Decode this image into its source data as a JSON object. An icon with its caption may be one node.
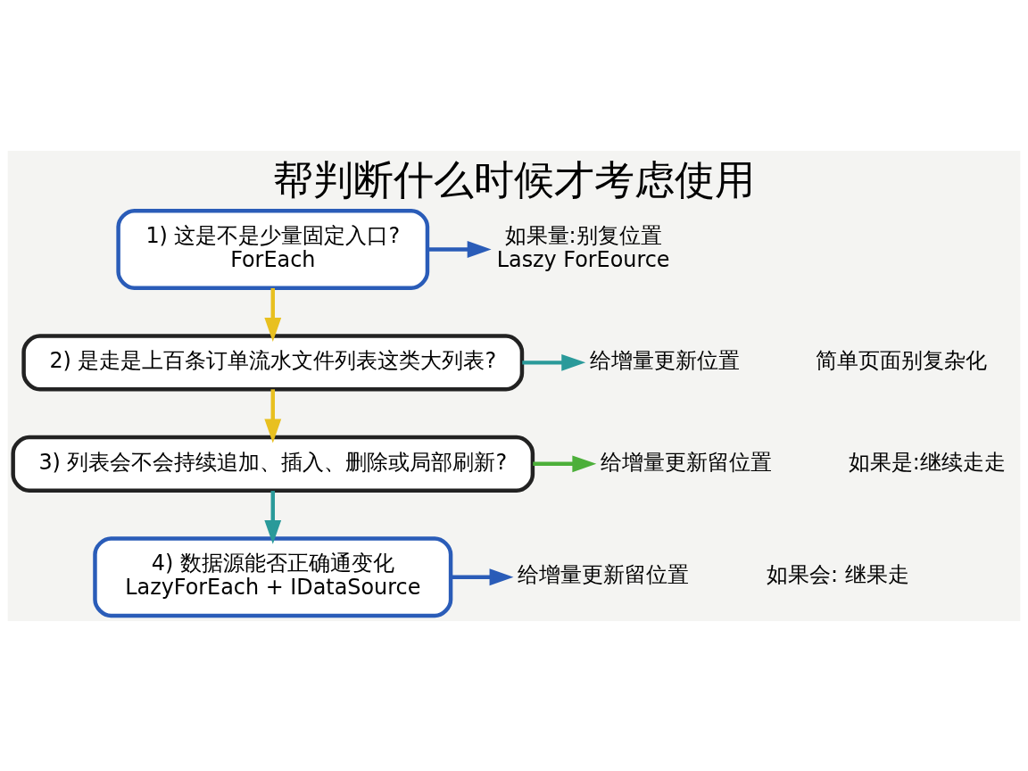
{
  "diagram": {
    "title": "帮判断什么时候才考虑使用",
    "nodes": [
      {
        "text": [
          "1) 这是不是少量固定入口?",
          "ForEach"
        ]
      },
      {
        "text": [
          "2) 是走是上百条订单流水文件列表这类大列表?"
        ]
      },
      {
        "text": [
          "3) 列表会不会持续追加、插入、删除或局部刷新?"
        ]
      },
      {
        "text": [
          "4) 数据源能否正确通变化",
          "LazyForEach + IDataSource"
        ]
      },
      {
        "text": [
          "如果量:别复位置",
          "Laszy ForEource"
        ]
      },
      {
        "text": [
          "给增量更新位置"
        ]
      },
      {
        "text": [
          "给增量更新留位置"
        ]
      },
      {
        "text": [
          "给增量更新留位置"
        ]
      }
    ],
    "edges": [
      {
        "from": 0,
        "to": 1,
        "arrow": "to",
        "color": "#e8c020"
      },
      {
        "from": 1,
        "to": 2,
        "arrow": "to",
        "color": "#e8c020"
      },
      {
        "from": 2,
        "to": 3,
        "arrow": "to",
        "color": "#2a9a9a"
      },
      {
        "from": 0,
        "to": 4,
        "arrow": "to",
        "color": "#2a5cb8"
      },
      {
        "from": 1,
        "to": 5,
        "arrow": "to",
        "color": "#2a9a9a"
      },
      {
        "from": 2,
        "to": 6,
        "arrow": "to",
        "color": "#4caf3a"
      },
      {
        "from": 3,
        "to": 7,
        "arrow": "to",
        "color": "#2a5cb8"
      }
    ],
    "labels": [
      "简单页面别复杂化",
      "如果是:继续走走",
      "如果会: 继果走"
    ]
  }
}
